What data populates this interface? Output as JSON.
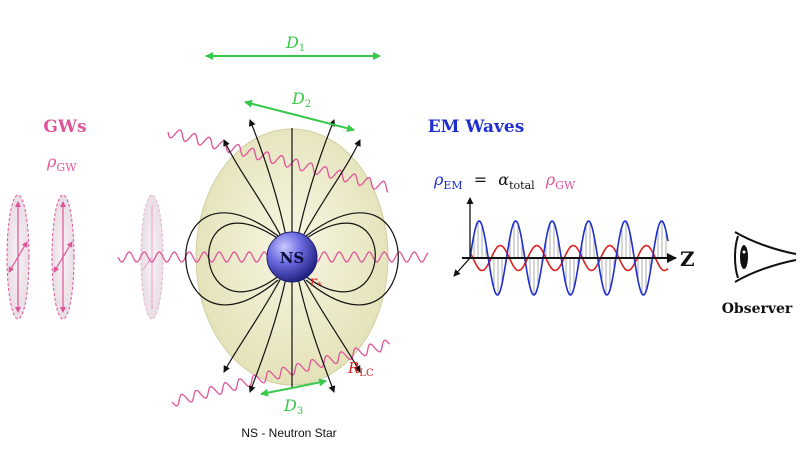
{
  "diagram": {
    "gw_heading": "GWs",
    "gw_density": {
      "sym": "ρ",
      "sub": "GW"
    },
    "em_heading": "EM Waves",
    "em_equation": {
      "lhs_sym": "ρ",
      "lhs_sub": "EM",
      "eq": "=",
      "alpha_sym": "α",
      "alpha_sub": "total",
      "rhs_sym": "ρ",
      "rhs_sub": "GW"
    },
    "d1": {
      "sym": "D",
      "sub": "1"
    },
    "d2": {
      "sym": "D",
      "sub": "2"
    },
    "d3": {
      "sym": "D",
      "sub": "3"
    },
    "ns_label": "NS",
    "r_star": {
      "sym": "r",
      "sub": "*"
    },
    "r_lc": {
      "sym": "R",
      "sub": "LC"
    },
    "z_label": "Z",
    "observer_label": "Observer",
    "caption": "NS - Neutron Star",
    "colors": {
      "gw": "#e0559a",
      "em": "#1f2fcf",
      "distance": "#37c84a",
      "red": "#e02020",
      "magnetosphere": "#ecebc6",
      "star": "#3a3ab0"
    },
    "icons": [
      "eye-icon",
      "neutron-star-icon",
      "gw-wave-icon",
      "em-wave-icon"
    ]
  }
}
